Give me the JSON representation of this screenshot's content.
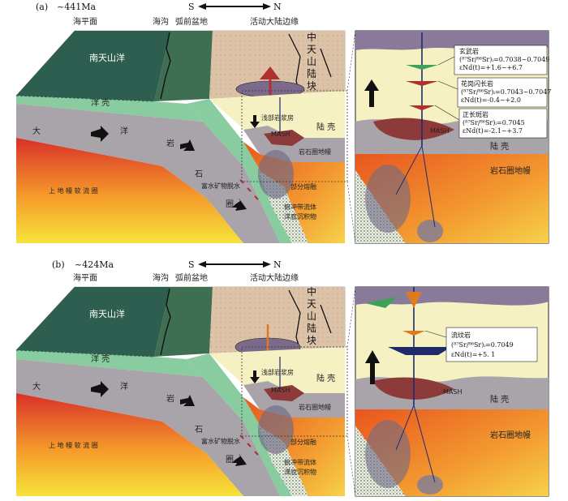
{
  "colors": {
    "ocean_green": "#2e5e4f",
    "arc_crust": "#dcc3a8",
    "cont_crust": "#f6f1c2",
    "lith_mantle": "#a9a4a9",
    "oceanic_crust": "#88cc9f",
    "magma": "#b03030",
    "astheno_hot": "#d8302a",
    "astheno_warm": "#f59a2a",
    "astheno_cool": "#f6e43a",
    "mash": "#8c3a3a"
  },
  "panel_a": {
    "tag": "(a)",
    "age": "~441Ma",
    "dir_s": "S",
    "dir_n": "N",
    "sea_level": "海平面",
    "trench": "海沟",
    "forearc": "弧前盆地",
    "margin": "活动大陆边缘",
    "ocean": "南天山洋",
    "block": [
      "中",
      "天",
      "山",
      "陆",
      "块"
    ],
    "oceanic_crust": "洋 壳",
    "ocean_left": "大",
    "ocean_right": "洋",
    "slab": [
      "岩",
      "石",
      "圈"
    ],
    "asthenosphere": "上 地 幔 软 流 圈",
    "chamber": "浅部岩浆房",
    "cont_crust": "陆 壳",
    "mash": "MASH",
    "lith_mantle": "岩石圈地幔",
    "partial_melt": "部分熔融",
    "dehydration": "富水矿物脱水",
    "fluid": "俯冲带流体",
    "sediment": "洋底沉积物",
    "inset": {
      "basalt_name": "玄武岩",
      "basalt_sr": "(⁸⁷Sr/⁸⁶Sr)ᵢ=0.7038~0.7049",
      "basalt_nd": "εNd(t)=+1.6~+6.7",
      "granodiorite_name": "花岗闪长岩",
      "granodiorite_sr": "(⁸⁷Sr/⁸⁶Sr)ᵢ=0.7043~0.7047",
      "granodiorite_nd": "εNd(t)=-0.4~+2.0",
      "syenite_name": "正长斑岩",
      "syenite_sr": "(⁸⁷Sr/⁸⁶Sr)ᵢ=0.7045",
      "syenite_nd": "εNd(t)=-2.1~+3.7",
      "cont_crust": "陆 壳",
      "mash": "MASH",
      "lith_mantle": "岩石圈地幔"
    }
  },
  "panel_b": {
    "tag": "(b)",
    "age": "~424Ma",
    "dir_s": "S",
    "dir_n": "N",
    "sea_level": "海平面",
    "trench": "海沟",
    "forearc": "弧前盆地",
    "margin": "活动大陆边缘",
    "ocean": "南天山洋",
    "block": [
      "中",
      "天",
      "山",
      "陆",
      "块"
    ],
    "oceanic_crust": "洋 壳",
    "ocean_left": "大",
    "ocean_right": "洋",
    "slab": [
      "岩",
      "石",
      "圈"
    ],
    "asthenosphere": "上 地 幔 软 流 圈",
    "chamber": "浅部岩浆房",
    "cont_crust": "陆 壳",
    "mash": "MASH",
    "lith_mantle": "岩石圈地幔",
    "partial_melt": "部分熔融",
    "dehydration": "富水矿物脱水",
    "fluid": "俯冲带流体",
    "sediment": "洋底沉积物",
    "inset": {
      "rhyolite_name": "流纹岩",
      "rhyolite_sr": "(⁸⁷Sr/⁸⁶Sr)ᵢ=0.7049",
      "rhyolite_nd": "εNd(t)=+5. 1",
      "cont_crust": "陆 壳",
      "mash": "MASH",
      "lith_mantle": "岩石圈地幔"
    }
  }
}
